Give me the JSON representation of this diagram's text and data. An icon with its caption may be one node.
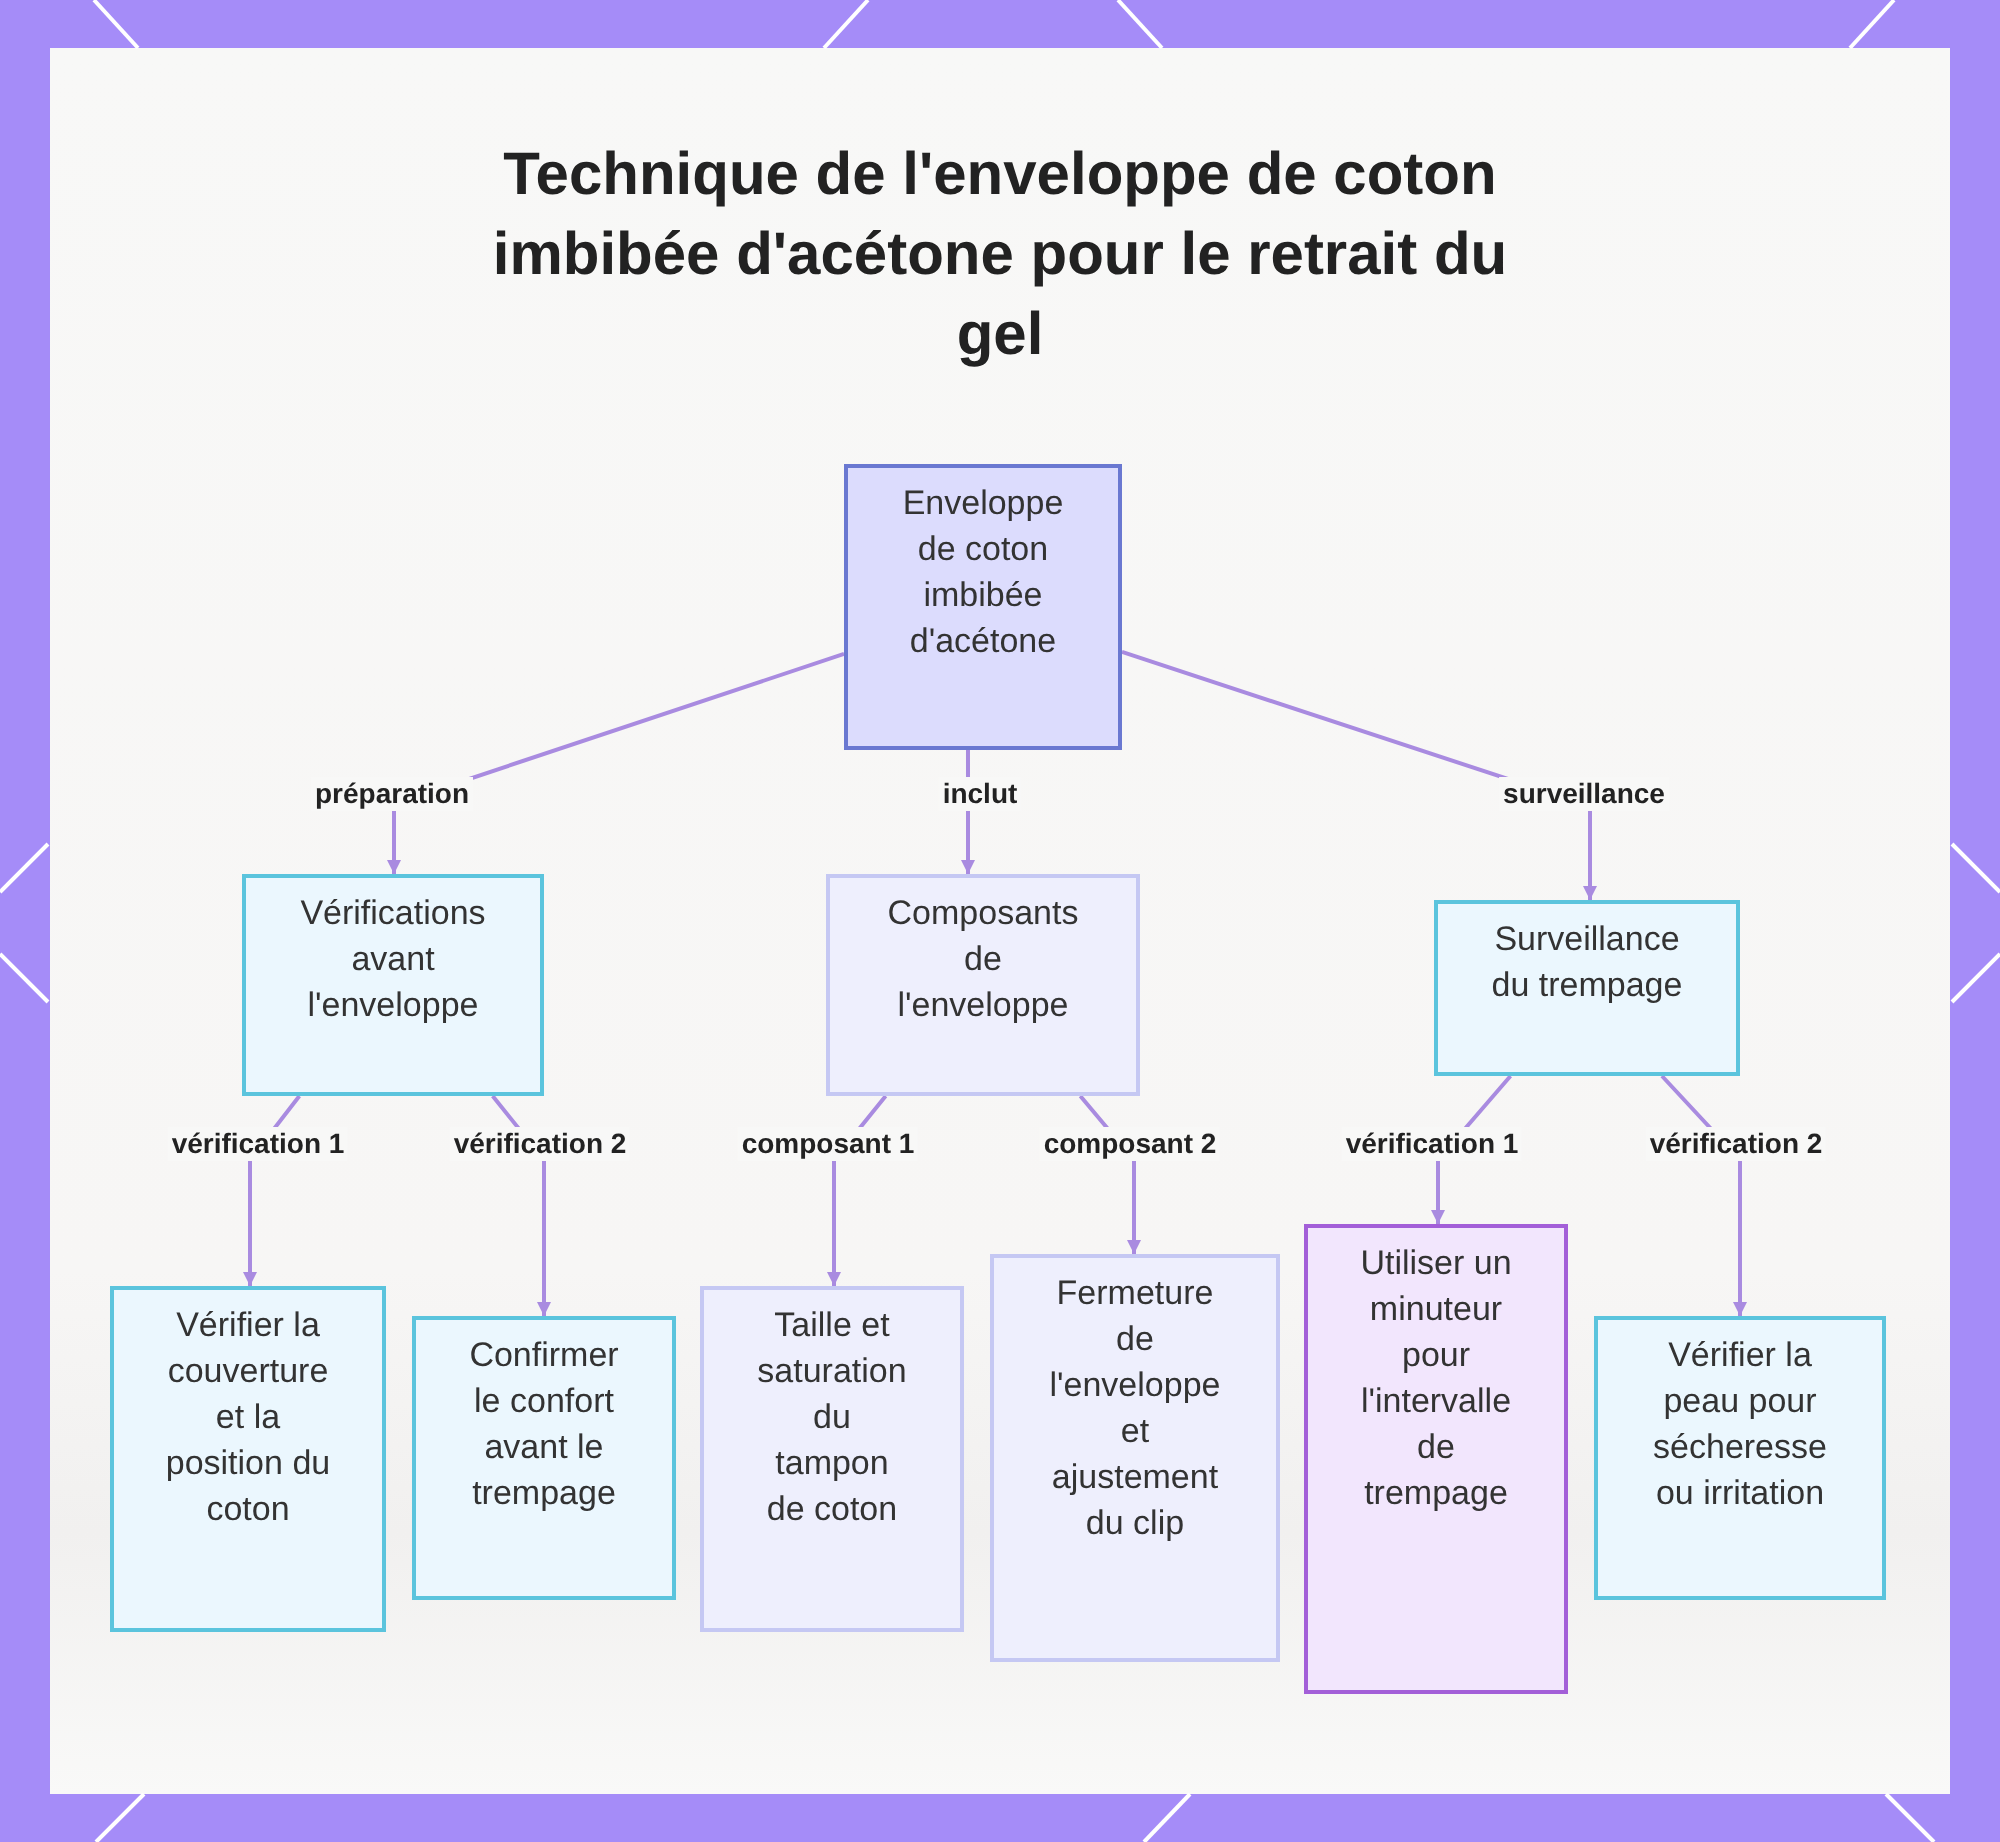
{
  "diagram": {
    "title": "Technique de l'enveloppe de coton imbibée d'acétone pour le retrait du gel",
    "nodes": [
      {
        "text": [
          "Enveloppe de coton imbibée d'acétone"
        ]
      },
      {
        "text": [
          "Vérifications avant l'enveloppe"
        ]
      },
      {
        "text": [
          "Composants de l'enveloppe"
        ]
      },
      {
        "text": [
          "Surveillance du trempage"
        ]
      },
      {
        "text": [
          "Vérifier la couverture et la position du coton"
        ]
      },
      {
        "text": [
          "Confirmer le confort avant le trempage"
        ]
      },
      {
        "text": [
          "Taille et saturation du tampon de coton"
        ]
      },
      {
        "text": [
          "Fermeture de l'enveloppe et ajustement du clip"
        ]
      },
      {
        "text": [
          "Utiliser un minuteur pour l'intervalle de trempage"
        ]
      },
      {
        "text": [
          "Vérifier la peau pour sécheresse ou irritation"
        ]
      }
    ],
    "edges": [
      {
        "from": 0,
        "to": 1,
        "arrow": "to",
        "label": "préparation"
      },
      {
        "from": 0,
        "to": 2,
        "arrow": "to",
        "label": "inclut"
      },
      {
        "from": 0,
        "to": 3,
        "arrow": "to",
        "label": "surveillance"
      },
      {
        "from": 1,
        "to": 4,
        "arrow": "to",
        "label": "vérification 1"
      },
      {
        "from": 1,
        "to": 5,
        "arrow": "to",
        "label": "vérification 2"
      },
      {
        "from": 2,
        "to": 6,
        "arrow": "to",
        "label": "composant 1"
      },
      {
        "from": 2,
        "to": 7,
        "arrow": "to",
        "label": "composant 2"
      },
      {
        "from": 3,
        "to": 8,
        "arrow": "to",
        "label": "vérification 1"
      },
      {
        "from": 3,
        "to": 9,
        "arrow": "to",
        "label": "vérification 2"
      }
    ]
  }
}
